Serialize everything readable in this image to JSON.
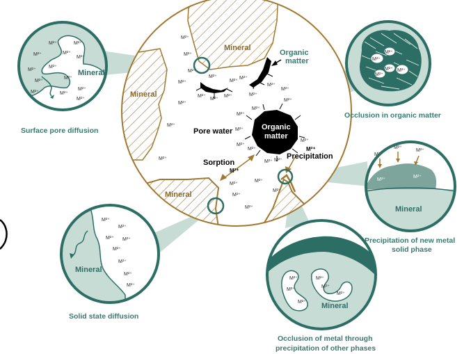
{
  "main": {
    "mineral": "Mineral",
    "organic_matter_line1": "Organic",
    "organic_matter_line2": "matter",
    "pore_water": "Pore water",
    "sorption": "Sorption",
    "precipitation": "Precipitation",
    "metal_ion": "M²⁺",
    "metal_ion_bold": "M²⁺"
  },
  "insets": {
    "surface_pore_diffusion": {
      "caption": "Surface pore diffusion",
      "mineral": "Mineral"
    },
    "occlusion_organic": {
      "caption": "Occlusion in organic matter"
    },
    "precipitation_new_phase": {
      "caption_line1": "Precipitation of new metal",
      "caption_line2": "solid phase",
      "mineral": "Mineral"
    },
    "solid_state_diffusion": {
      "caption": "Solid state diffusion",
      "mineral": "Mineral"
    },
    "occlusion_other_phases": {
      "caption_line1": "Occlusion of metal through",
      "caption_line2": "precipitation of other phases",
      "mineral": "Mineral"
    }
  },
  "colors": {
    "mineral_brown": "#a07830",
    "inset_teal": "#2c6e63",
    "inset_fill": "#c8dcd6",
    "caption_teal": "#3a7a6e"
  }
}
